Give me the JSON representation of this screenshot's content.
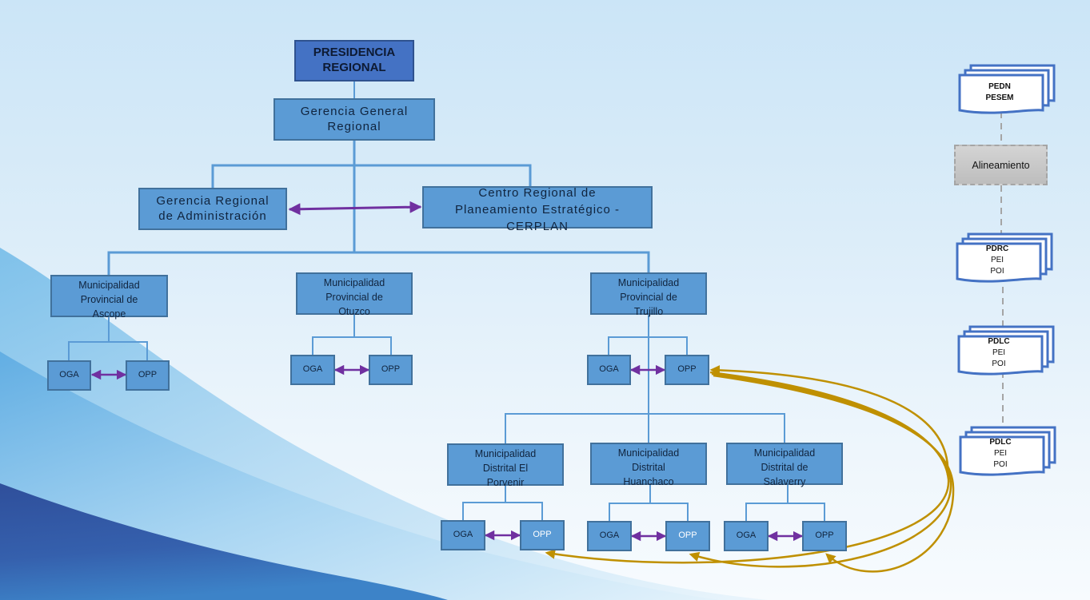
{
  "colors": {
    "box_fill": "#5b9bd5",
    "box_border": "#41719c",
    "top_fill": "#4472c4",
    "connector": "#5b9bd5",
    "coordination_arrow": "#7030a0",
    "feedback_arrow": "#bf9000",
    "doc_border": "#4472c4",
    "alignment_fill": "#c8c8c8"
  },
  "org": {
    "presidencia": {
      "line1": "PRESIDENCIA",
      "line2": "REGIONAL"
    },
    "gerencia_general": {
      "line1": "Gerencia General",
      "line2": "Regional"
    },
    "gerencia_administracion": {
      "line1": "Gerencia Regional",
      "line2": "de Administración"
    },
    "cerplan": {
      "line1": "Centro Regional de",
      "line2": "Planeamiento Estratégico -",
      "line3": "CERPLAN"
    },
    "provincial": [
      {
        "line1": "Municipalidad",
        "line2": "Provincial de",
        "line3": "Ascope",
        "oga": "OGA",
        "opp": "OPP"
      },
      {
        "line1": "Municipalidad",
        "line2": "Provincial de",
        "line3": "Otuzco",
        "oga": "OGA",
        "opp": "OPP"
      },
      {
        "line1": "Municipalidad",
        "line2": "Provincial de",
        "line3": "Trujillo",
        "oga": "OGA",
        "opp": "OPP"
      }
    ],
    "distrital": [
      {
        "line1": "Municipalidad",
        "line2": "Distrital El",
        "line3": "Porvenir",
        "oga": "OGA",
        "opp": "OPP"
      },
      {
        "line1": "Municipalidad",
        "line2": "Distrital",
        "line3": "Huanchaco",
        "oga": "OGA",
        "opp": "OPP"
      },
      {
        "line1": "Municipalidad",
        "line2": "Distrital de",
        "line3": "Salaverry",
        "oga": "OGA",
        "opp": "OPP"
      }
    ]
  },
  "plans": {
    "national": {
      "bold": [
        "PEDN",
        "PESEM"
      ],
      "normal": []
    },
    "alignment": "Alineamiento",
    "regional": {
      "bold": [
        "PDRC"
      ],
      "normal": [
        "PEI",
        "POI"
      ]
    },
    "provincial": {
      "bold": [
        "PDLC"
      ],
      "normal": [
        "PEI",
        "POI"
      ]
    },
    "district": {
      "bold": [
        "PDLC"
      ],
      "normal": [
        "PEI",
        "POI"
      ]
    }
  }
}
